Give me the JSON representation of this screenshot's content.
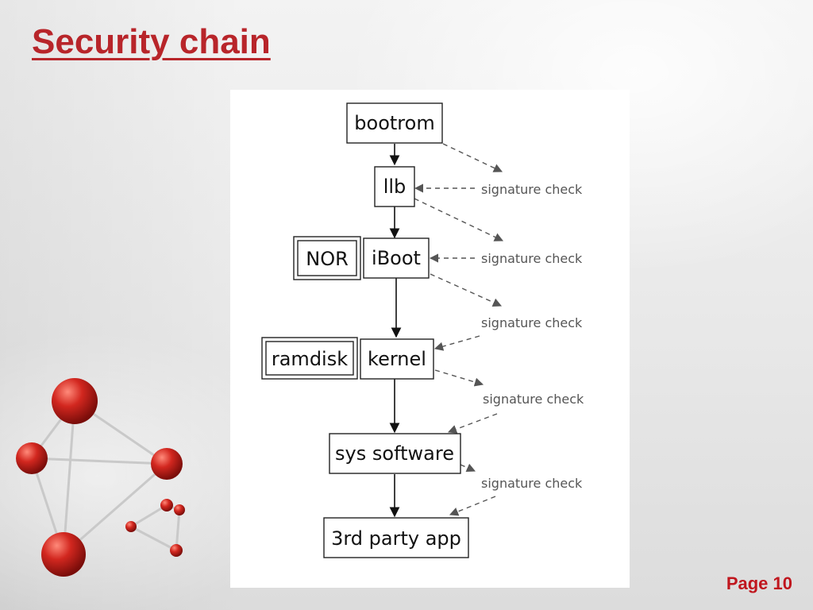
{
  "slide": {
    "title": "Security chain",
    "page_label": "Page 10",
    "accent_color": "#b8252a"
  },
  "diagram": {
    "nodes": {
      "bootrom": "bootrom",
      "llb": "llb",
      "nor": "NOR",
      "iboot": "iBoot",
      "ramdisk": "ramdisk",
      "kernel": "kernel",
      "sys_software": "sys software",
      "third_party_app": "3rd party app"
    },
    "signature_labels": [
      "signature check",
      "signature check",
      "signature check",
      "signature check",
      "signature check"
    ]
  }
}
